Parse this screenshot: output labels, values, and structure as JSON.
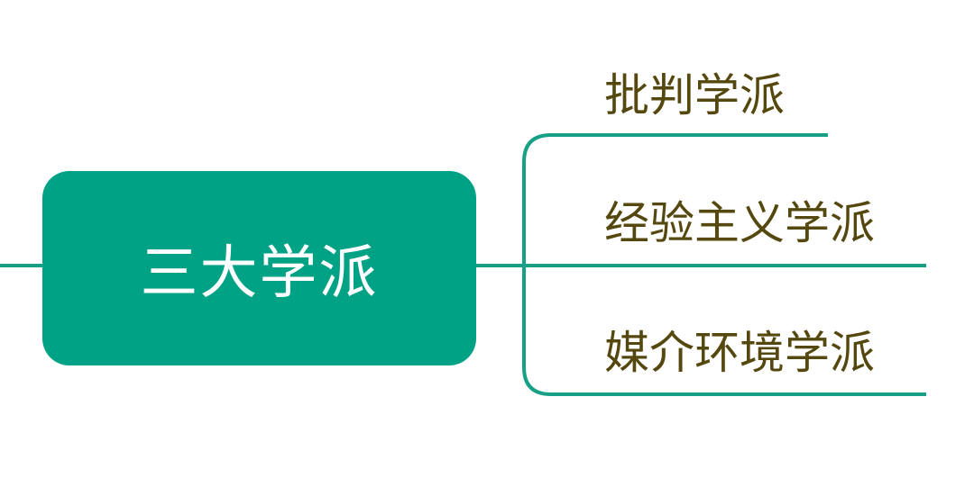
{
  "mindmap": {
    "root": {
      "label": "三大学派",
      "color": "#00a286"
    },
    "branches": [
      {
        "label": "批判学派"
      },
      {
        "label": "经验主义学派"
      },
      {
        "label": "媒介环境学派"
      }
    ],
    "line_color": "#16a085",
    "text_color": "#55480f"
  }
}
